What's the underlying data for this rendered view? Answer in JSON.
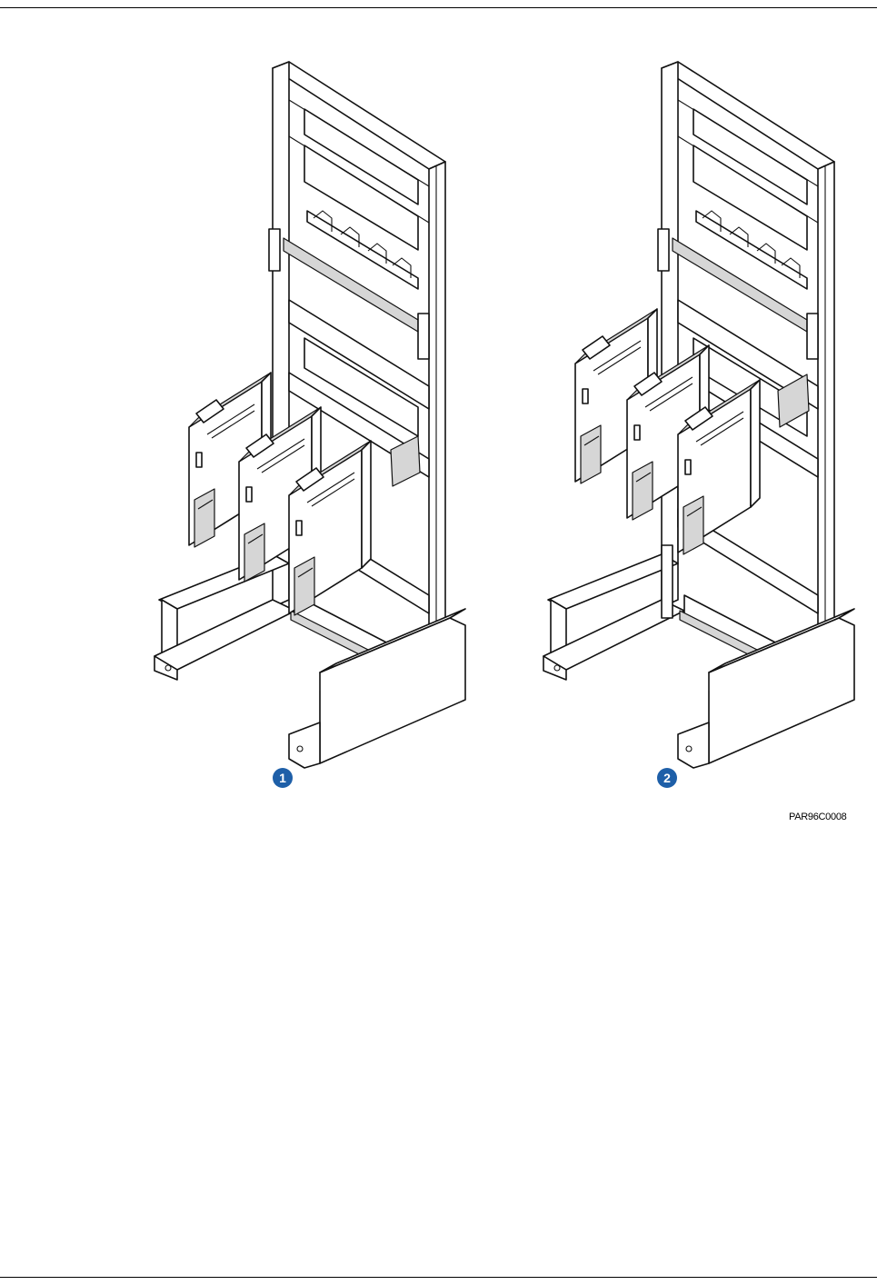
{
  "callouts": [
    {
      "label": "1",
      "color": "#1e5fa8"
    },
    {
      "label": "2",
      "color": "#1e5fa8"
    }
  ],
  "figure_id": "PAR96C0008",
  "colors": {
    "line": "#111111",
    "shade": "#d6d6d6",
    "badge": "#1e5fa8"
  }
}
